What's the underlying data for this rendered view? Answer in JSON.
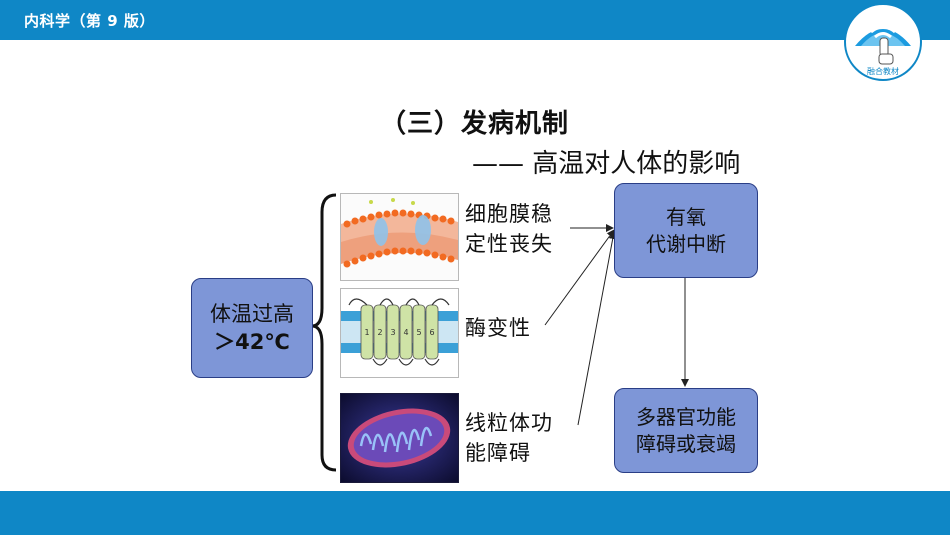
{
  "header": {
    "book_title": "内科学（第 9 版）",
    "logo_text": "融合教材"
  },
  "slide": {
    "heading": "（三）发病机制",
    "subheading": "—— 高温对人体的影响"
  },
  "diagram": {
    "cause": {
      "line1": "体温过高",
      "line2": "＞42℃"
    },
    "effects": [
      {
        "line1": "细胞膜稳",
        "line2": "定性丧失",
        "image": "cell-membrane-image"
      },
      {
        "line1": "酶变性",
        "image": "protein-channel-image"
      },
      {
        "line1": "线粒体功",
        "line2": "能障碍",
        "image": "mitochondria-image"
      }
    ],
    "result1": {
      "line1": "有氧",
      "line2": "代谢中断"
    },
    "result2": {
      "line1": "多器官功能",
      "line2": "障碍或衰竭"
    },
    "protein_segments": [
      "1",
      "2",
      "3",
      "4",
      "5",
      "6"
    ]
  },
  "colors": {
    "bar_blue": "#0f87c6",
    "box_fill": "#7e96d7",
    "box_border": "#2a3e86"
  }
}
